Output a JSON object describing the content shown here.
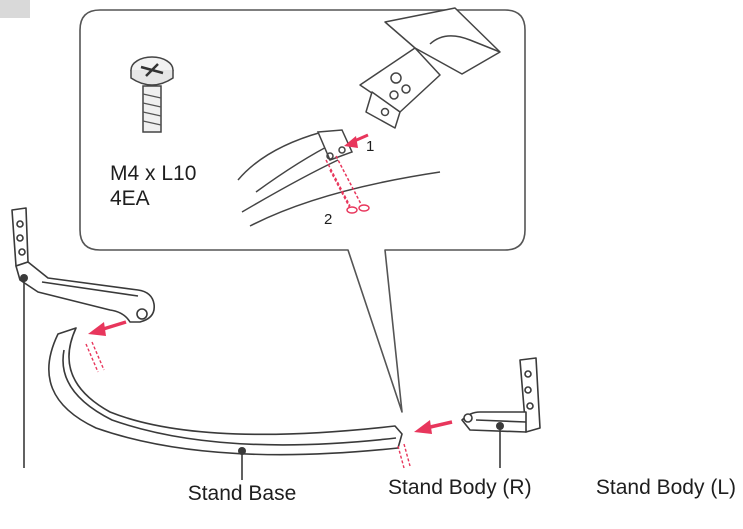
{
  "screw": {
    "icon": "phillips-screw-icon",
    "spec": "M4 x L10",
    "quantity": "4EA"
  },
  "steps": [
    "1",
    "2"
  ],
  "parts": {
    "stand_base": "Stand Base",
    "stand_body_r": "Stand Body (R)",
    "stand_body_l": "Stand Body (L)"
  },
  "colors": {
    "arrow": "#e8365c",
    "outline": "#333333",
    "callout_border": "#555555"
  }
}
